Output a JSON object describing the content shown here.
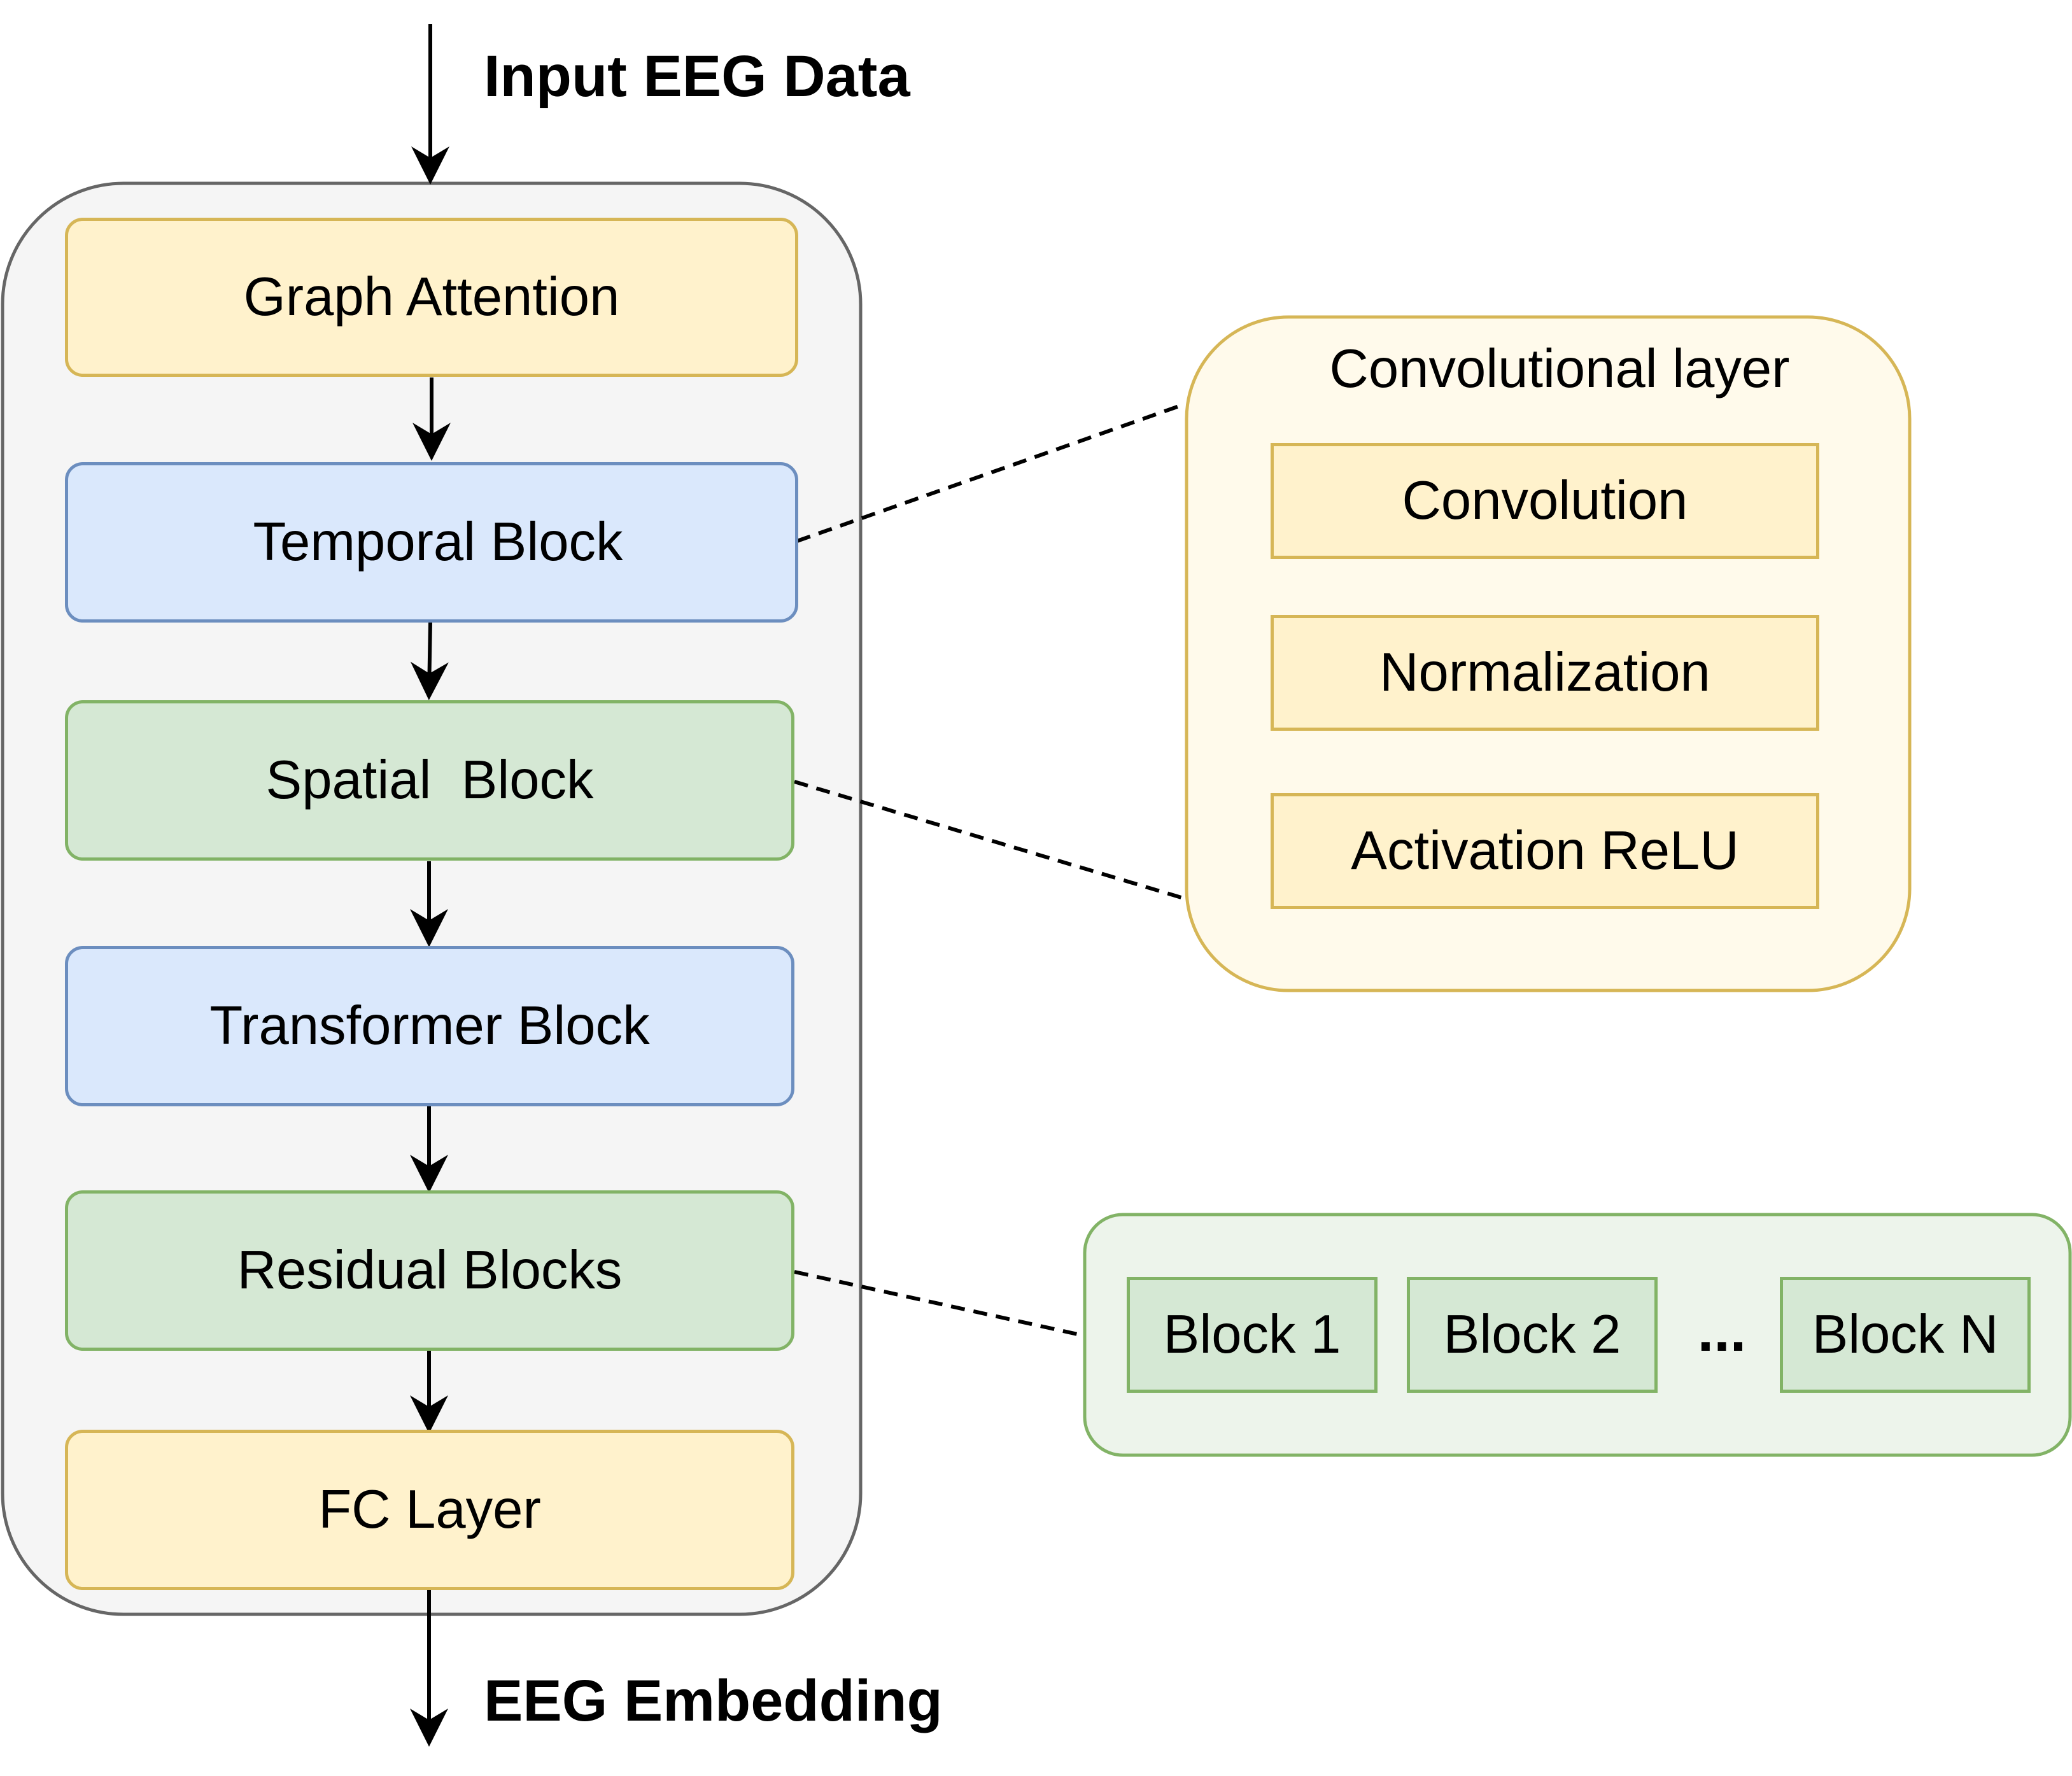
{
  "input_label": "Input EEG Data",
  "output_label": "EEG Embedding",
  "pipeline": {
    "graph_attention": "Graph Attention",
    "temporal_block": "Temporal Block",
    "spatial_block": "Spatial  Block",
    "transformer_block": "Transformer Block",
    "residual_blocks": "Residual Blocks",
    "fc_layer": "FC Layer"
  },
  "conv_layer": {
    "title": "Convolutional layer",
    "convolution": "Convolution",
    "normalization": "Normalization",
    "activation": "Activation ReLU"
  },
  "residual_detail": {
    "block1": "Block 1",
    "block2": "Block 2",
    "ellipsis": "...",
    "blockN": "Block N"
  },
  "colors": {
    "yellow_fill": "#fff2cc",
    "yellow_stroke": "#d6b656",
    "blue_fill": "#dae8fc",
    "blue_stroke": "#6c8ebf",
    "green_fill": "#d5e8d4",
    "green_stroke": "#82b366",
    "container_fill": "#f5f5f5",
    "container_stroke": "#666666"
  }
}
